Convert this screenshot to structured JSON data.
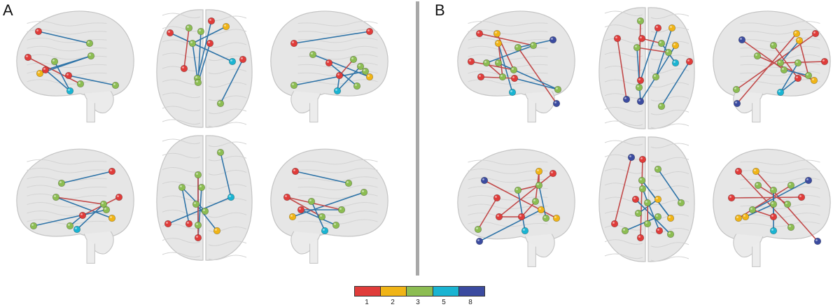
{
  "panels": {
    "a": {
      "label": "A"
    },
    "b": {
      "label": "B"
    }
  },
  "colorbar": {
    "colors": [
      "#e03c3a",
      "#f0b416",
      "#8cbd52",
      "#1ab4d2",
      "#3b4ba0"
    ],
    "ticks": [
      "1",
      "2",
      "3",
      "5",
      "8"
    ]
  },
  "node_colors": {
    "r": "#e03c3a",
    "o": "#f0b416",
    "g": "#8cbd52",
    "c": "#1ab4d2",
    "b": "#3b4ba0"
  },
  "edge_colors": {
    "blue": "#2f74a8",
    "red": "#c24a4a"
  }
}
